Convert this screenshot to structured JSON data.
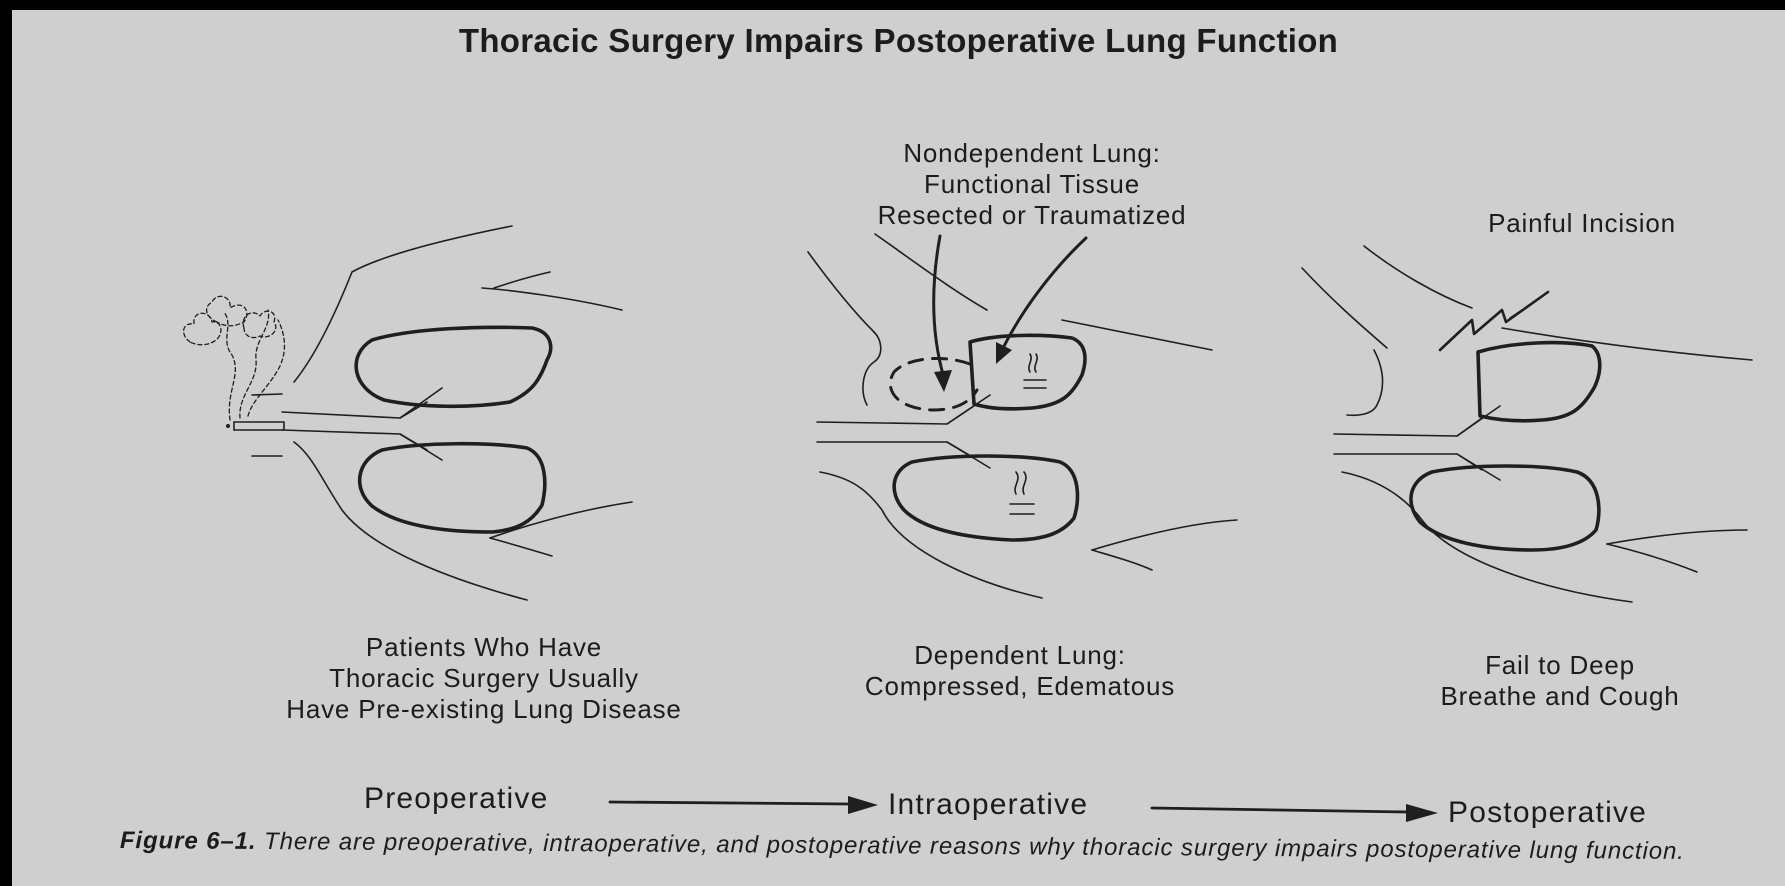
{
  "figure": {
    "title": "Thoracic Surgery Impairs Postoperative Lung Function",
    "panels": [
      {
        "lines": [
          "Patients Who Have",
          "Thoracic Surgery Usually",
          "Have Pre-existing Lung Disease"
        ]
      },
      {
        "top_lines": [
          "Nondependent Lung:",
          "Functional Tissue",
          "Resected or Traumatized"
        ],
        "bottom_lines": [
          "Dependent Lung:",
          "Compressed, Edematous"
        ]
      },
      {
        "top_label": "Painful Incision",
        "bottom_lines": [
          "Fail to Deep",
          "Breathe and Cough"
        ]
      }
    ],
    "stages": [
      "Preoperative",
      "Intraoperative",
      "Postoperative"
    ],
    "caption": {
      "number": "Figure 6–1.",
      "text": " There are preoperative, intraoperative, and postoperative reasons why thoracic surgery impairs postoperative lung function."
    }
  }
}
